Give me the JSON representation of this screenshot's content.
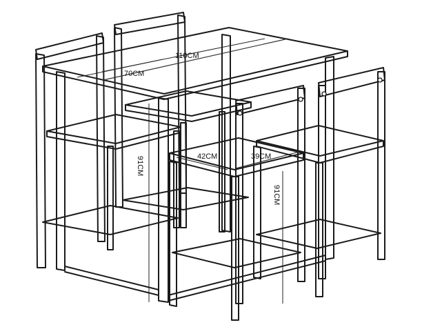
{
  "labels": {
    "table_length": "110CM",
    "table_width": "70CM",
    "table_height": "91CM",
    "stool_width": "42CM",
    "stool_depth": "39CM",
    "stool_height": "91CM"
  },
  "colors": {
    "line": "#1a1a1a",
    "background": "#ffffff"
  }
}
